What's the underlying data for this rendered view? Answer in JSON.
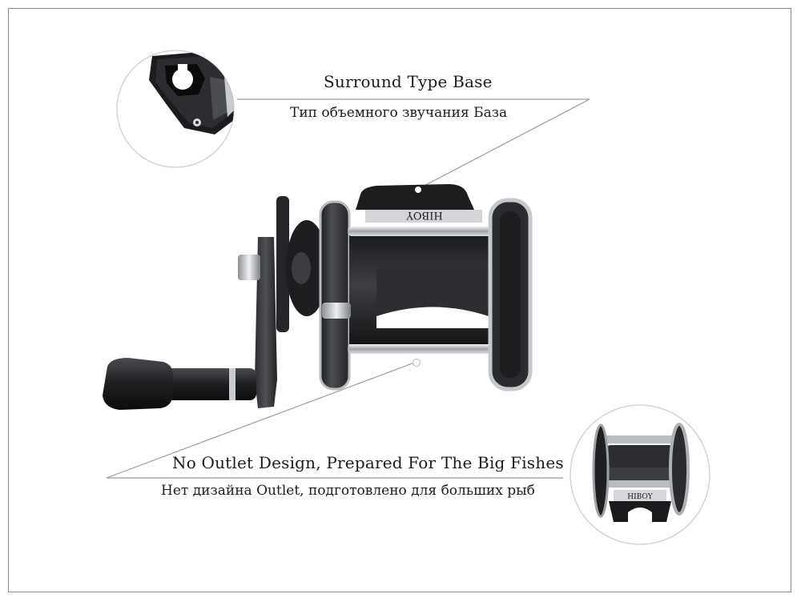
{
  "product": {
    "brand_label": "HIBOY",
    "colors": {
      "reel_dark": "#2a2b2d",
      "reel_mid": "#45474a",
      "chrome": "#c9ccd0",
      "background": "#ffffff",
      "callout_line": "#9a9a9a"
    }
  },
  "features": {
    "top": {
      "title_en": "Surround Type Base",
      "title_ru": "Тип объемного звучания База"
    },
    "bottom": {
      "title_en": "No Outlet Design, Prepared For The Big Fishes",
      "title_ru": "Нет дизайна Outlet, подготовлено для больших рыб"
    }
  }
}
